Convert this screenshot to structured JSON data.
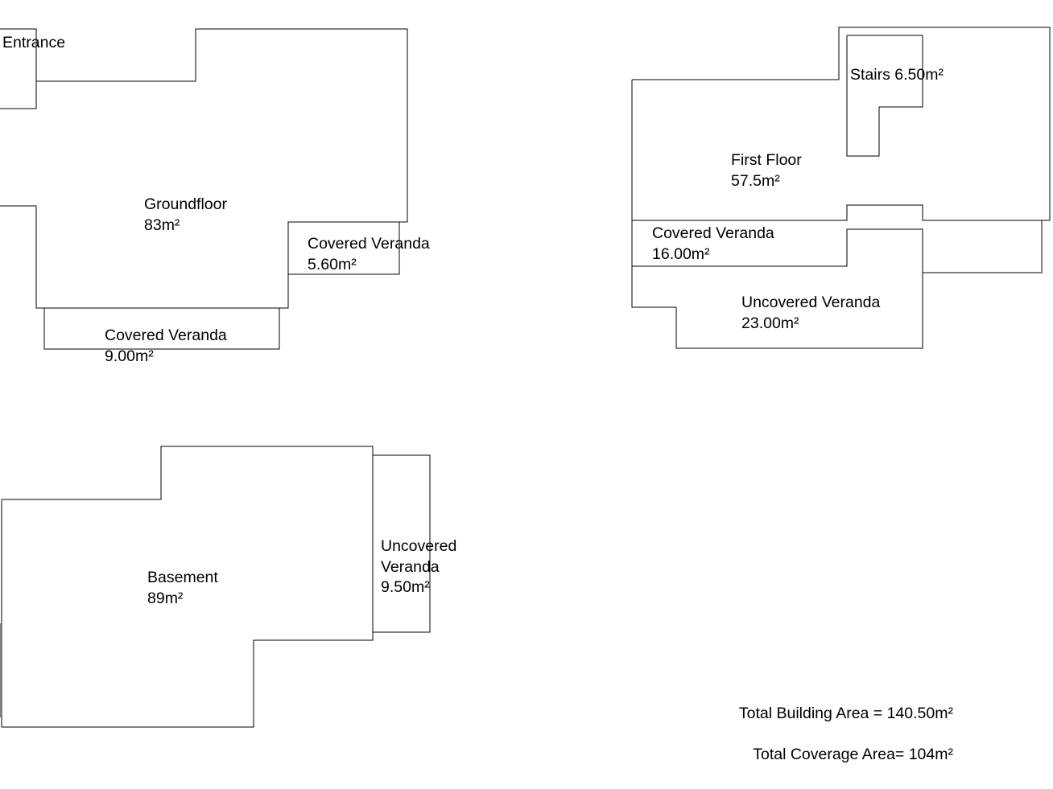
{
  "ground_floor": {
    "entrance": "Entrance",
    "groundfloor": {
      "name": "Groundfloor",
      "area": "83m²"
    },
    "covered_veranda_side": {
      "name": "Covered Veranda",
      "area": "5.60m²"
    },
    "covered_veranda_front": {
      "name": "Covered Veranda",
      "area": "9.00m²"
    }
  },
  "first_floor": {
    "stairs": "Stairs 6.50m²",
    "first_floor": {
      "name": "First Floor",
      "area": "57.5m²"
    },
    "covered_veranda": {
      "name": "Covered Veranda",
      "area": "16.00m²"
    },
    "uncovered_veranda": {
      "name": "Uncovered Veranda",
      "area": "23.00m²"
    }
  },
  "basement": {
    "basement": {
      "name": "Basement",
      "area": "89m²"
    },
    "uncovered_veranda": {
      "line1": "Uncovered",
      "line2": "Veranda",
      "area": "9.50m²"
    }
  },
  "totals": {
    "building_area": "Total Building Area = 140.50m²",
    "coverage_area": "Total Coverage Area= 104m²"
  }
}
